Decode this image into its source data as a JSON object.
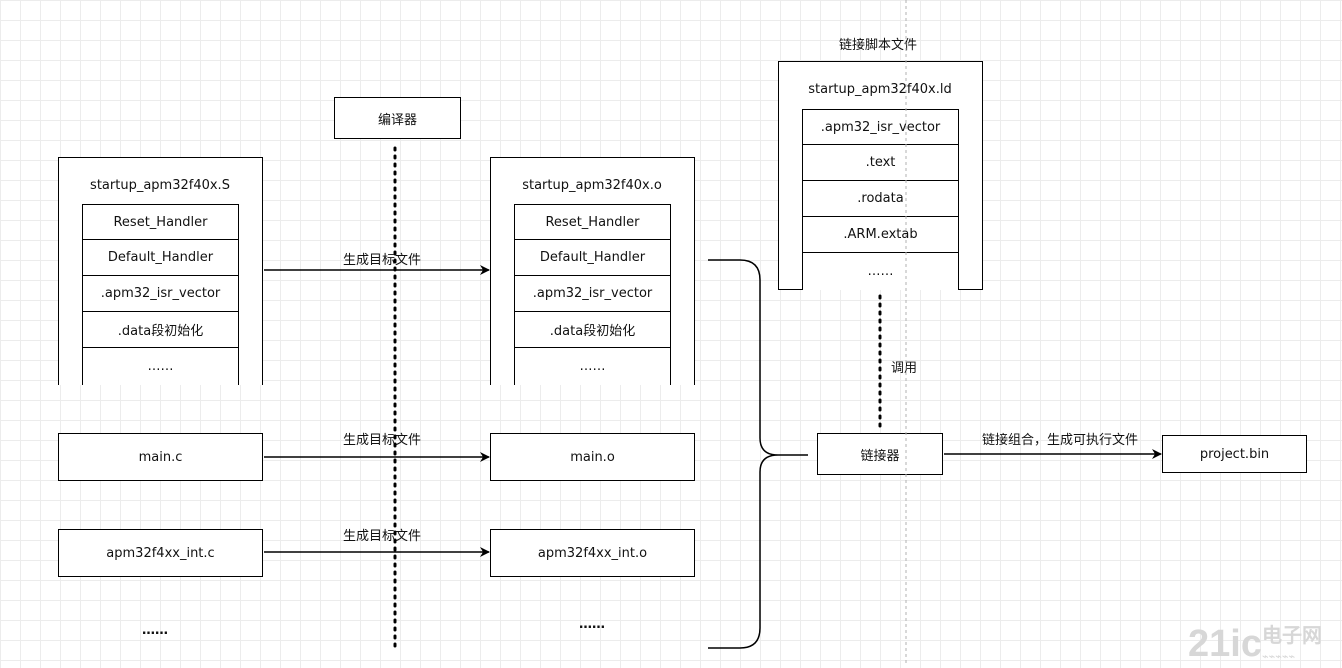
{
  "linker_script": {
    "title": "链接脚本文件",
    "file": "startup_apm32f40x.ld",
    "sections": [
      ".apm32_isr_vector",
      ".text",
      ".rodata",
      ".ARM.extab",
      "……"
    ]
  },
  "compiler": {
    "label": "编译器"
  },
  "source_startup": {
    "file": "startup_apm32f40x.S",
    "sections": [
      "Reset_Handler",
      "Default_Handler",
      ".apm32_isr_vector",
      ".data段初始化",
      "……"
    ]
  },
  "object_startup": {
    "file": "startup_apm32f40x.o",
    "sections": [
      "Reset_Handler",
      "Default_Handler",
      ".apm32_isr_vector",
      ".data段初始化",
      "……"
    ]
  },
  "source_main": {
    "file": "main.c"
  },
  "object_main": {
    "file": "main.o"
  },
  "source_int": {
    "file": "apm32f4xx_int.c"
  },
  "object_int": {
    "file": "apm32f4xx_int.o"
  },
  "source_more": "……",
  "object_more": "……",
  "arrows": {
    "compile_1": "生成目标文件",
    "compile_2": "生成目标文件",
    "compile_3": "生成目标文件",
    "invoke": "调用",
    "link": "链接组合，生成可执行文件"
  },
  "linker": {
    "label": "链接器"
  },
  "output": {
    "file": "project.bin"
  },
  "watermark": {
    "brand": "21ic",
    "text": "电子网"
  }
}
